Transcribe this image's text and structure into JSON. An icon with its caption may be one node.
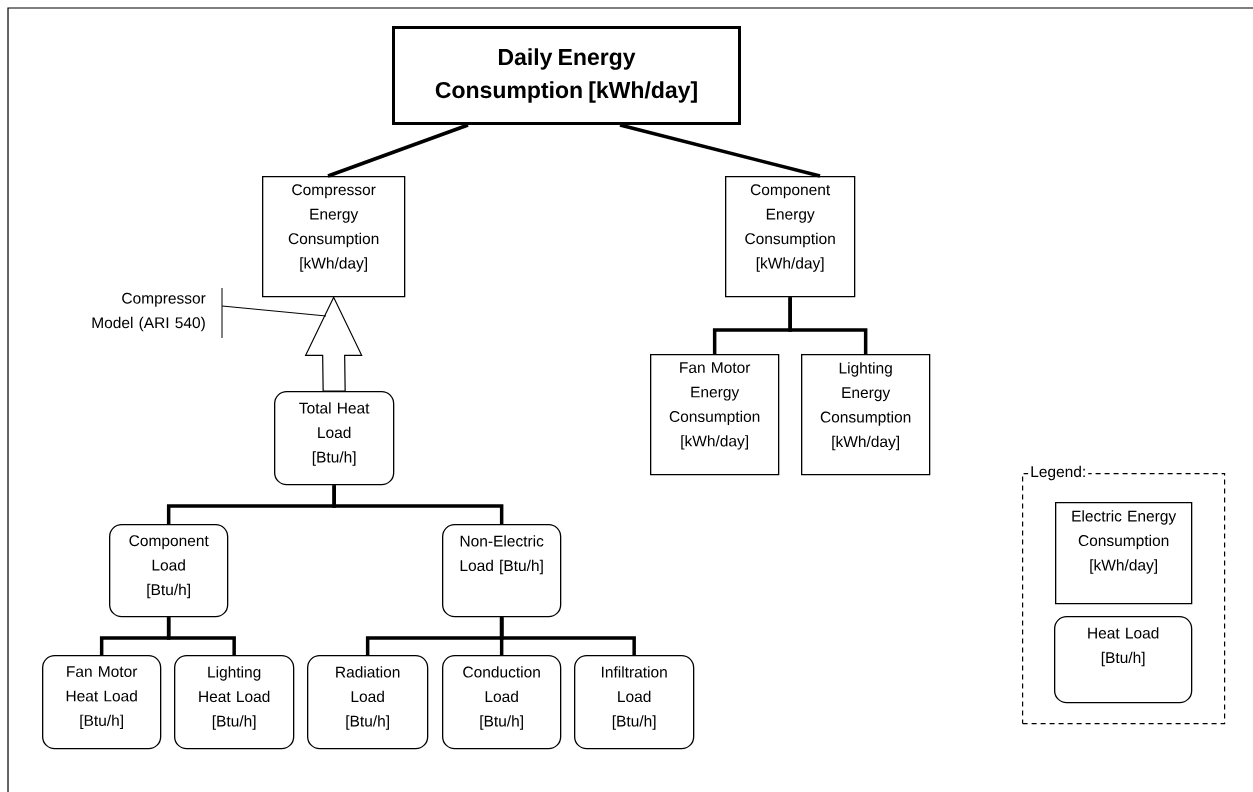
{
  "diagram": {
    "nodes": [
      {
        "text": [
          "Daily Energy Consumption [kWh/day]"
        ]
      },
      {
        "text": [
          "Compressor Energy Consumption [kWh/day]"
        ]
      },
      {
        "text": [
          "Component Energy Consumption [kWh/day]"
        ]
      },
      {
        "text": [
          "Fan Motor Energy Consumption [kWh/day]"
        ]
      },
      {
        "text": [
          "Lighting Energy Consumption [kWh/day]"
        ]
      },
      {
        "text": [
          "Total Heat Load [Btu/h]"
        ]
      },
      {
        "text": [
          "Component Load [Btu/h]"
        ]
      },
      {
        "text": [
          "Non-Electric Load [Btu/h]"
        ]
      },
      {
        "text": [
          "Fan Motor Heat Load [Btu/h]"
        ]
      },
      {
        "text": [
          "Lighting Heat Load [Btu/h]"
        ]
      },
      {
        "text": [
          "Radiation Load [Btu/h]"
        ]
      },
      {
        "text": [
          "Conduction Load [Btu/h]"
        ]
      },
      {
        "text": [
          "Infiltration Load [Btu/h]"
        ]
      },
      {
        "text": [
          "Legend:"
        ]
      },
      {
        "text": [
          "Electric Energy Consumption [kWh/day]"
        ],
        "in": 13
      },
      {
        "text": [
          "Heat Load [Btu/h]"
        ],
        "in": 13
      },
      {
        "text": [
          "Compressor Model (ARI 540)"
        ]
      }
    ],
    "edges": [
      {
        "from": 0,
        "to": 1,
        "arrow": "none"
      },
      {
        "from": 0,
        "to": 2,
        "arrow": "none"
      },
      {
        "from": 5,
        "to": 1,
        "arrow": "to"
      },
      {
        "from": 2,
        "to": 3,
        "arrow": "none"
      },
      {
        "from": 2,
        "to": 4,
        "arrow": "none"
      },
      {
        "from": 5,
        "to": 6,
        "arrow": "none"
      },
      {
        "from": 5,
        "to": 7,
        "arrow": "none"
      },
      {
        "from": 6,
        "to": 8,
        "arrow": "none"
      },
      {
        "from": 6,
        "to": 9,
        "arrow": "none"
      },
      {
        "from": 7,
        "to": 10,
        "arrow": "none"
      },
      {
        "from": 7,
        "to": 11,
        "arrow": "none"
      },
      {
        "from": 7,
        "to": 12,
        "arrow": "none"
      },
      {
        "from": 16,
        "to": null,
        "arrow": "none"
      }
    ]
  }
}
